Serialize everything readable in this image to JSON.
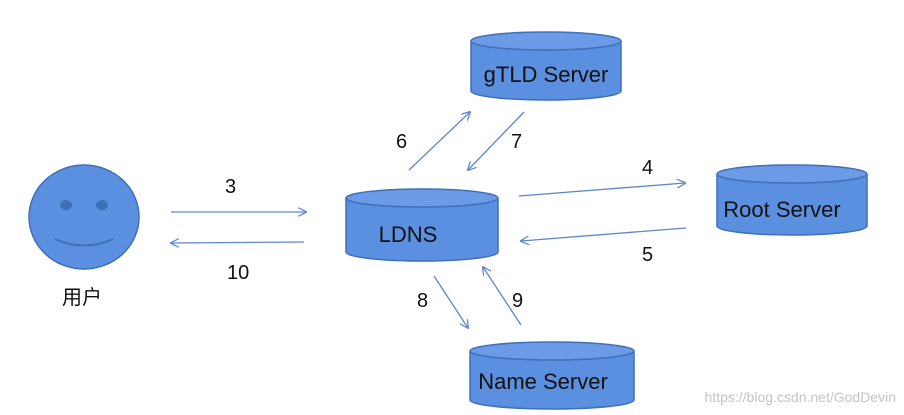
{
  "colors": {
    "node_fill": "#5B8FDF",
    "node_stroke": "#3f6fb8",
    "arrow": "#5b87cf",
    "text": "#111111",
    "watermark": "#c4c4c4"
  },
  "user": {
    "label": "用户",
    "icon": "smiley-face-icon"
  },
  "nodes": {
    "gtld": "gTLD Server",
    "ldns": "LDNS",
    "root": "Root Server",
    "name": "Name Server"
  },
  "steps": {
    "s3": "3",
    "s4": "4",
    "s5": "5",
    "s6": "6",
    "s7": "7",
    "s8": "8",
    "s9": "9",
    "s10": "10"
  },
  "watermark": "https://blog.csdn.net/GodDevin"
}
